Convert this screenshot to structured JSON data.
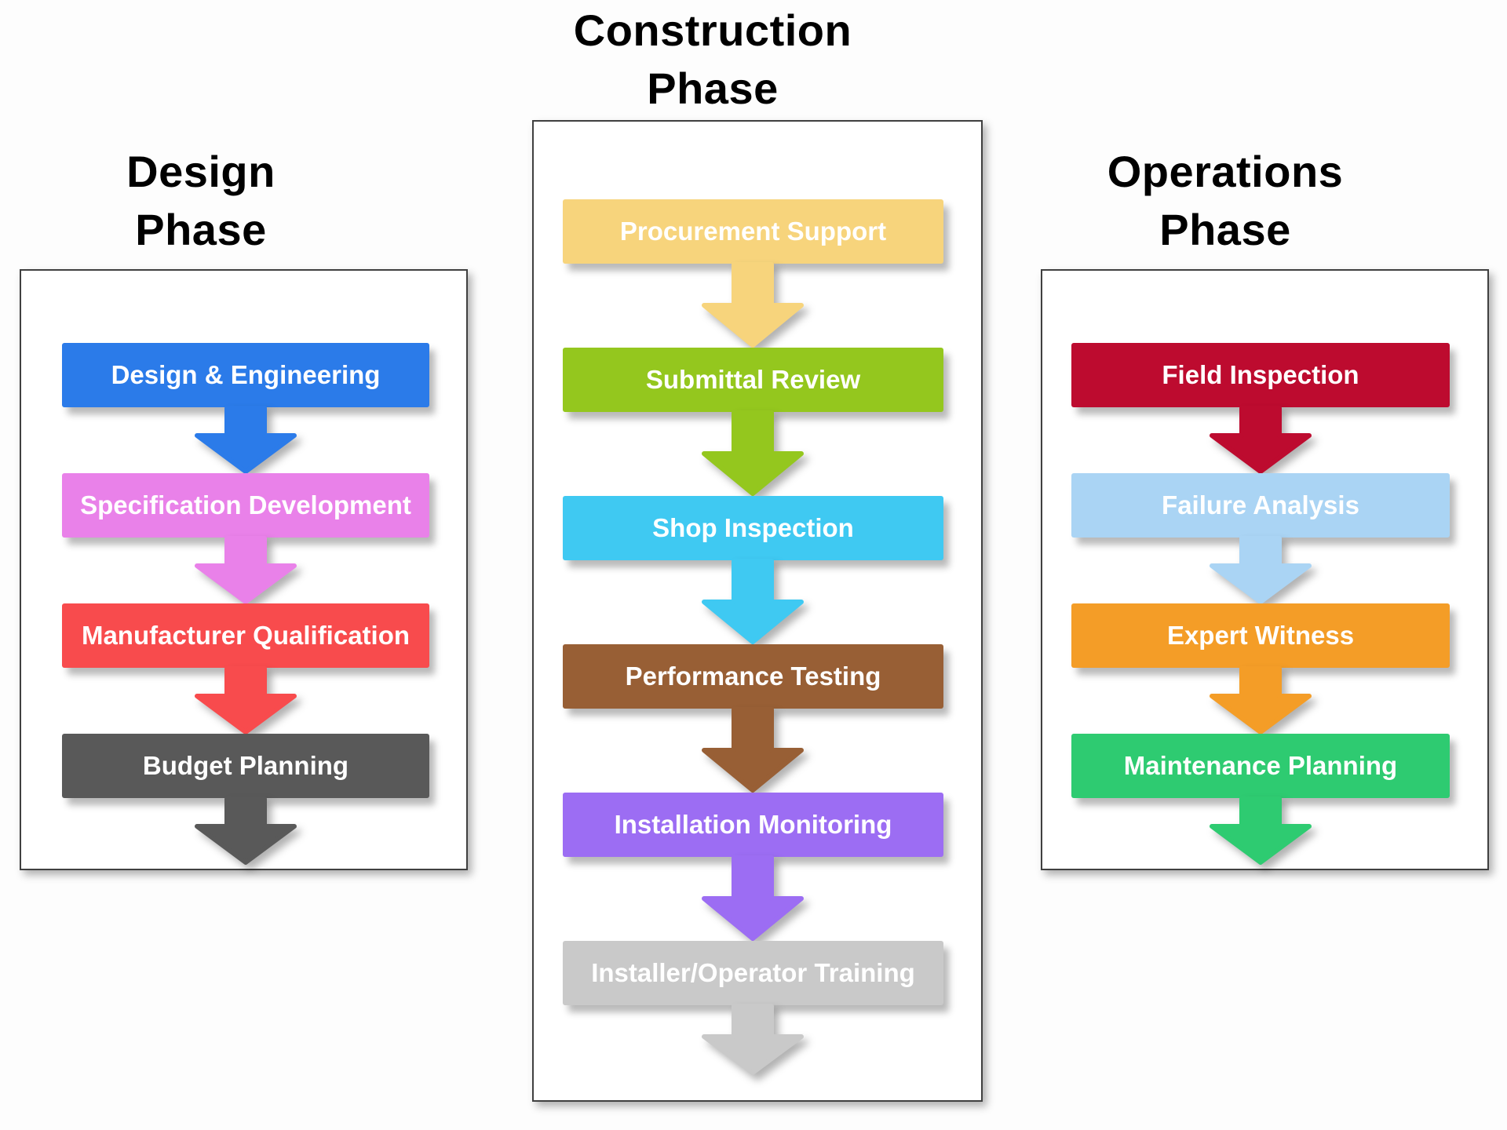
{
  "diagram": {
    "background": "#fdfdfd",
    "box_border_color": "#404040",
    "title_color": "#000000",
    "bar_text_color": "#ffffff"
  },
  "columns": [
    {
      "id": "design-phase",
      "title_line1": "Design",
      "title_line2": "Phase",
      "steps": [
        {
          "label": "Design & Engineering",
          "color": "#2B7BE9"
        },
        {
          "label": "Specification Development",
          "color": "#E981E9"
        },
        {
          "label": "Manufacturer Qualification",
          "color": "#F84B4D"
        },
        {
          "label": "Budget Planning",
          "color": "#595959"
        }
      ]
    },
    {
      "id": "construction-phase",
      "title_line1": "Construction",
      "title_line2": "Phase",
      "steps": [
        {
          "label": "Procurement Support",
          "color": "#F7D47C"
        },
        {
          "label": "Submittal Review",
          "color": "#94C71E"
        },
        {
          "label": "Shop Inspection",
          "color": "#3FC9F2"
        },
        {
          "label": "Performance Testing",
          "color": "#985F35"
        },
        {
          "label": "Installation Monitoring",
          "color": "#9C6DF3"
        },
        {
          "label": "Installer/Operator Training",
          "color": "#C9C9C9"
        }
      ]
    },
    {
      "id": "operations-phase",
      "title_line1": "Operations",
      "title_line2": "Phase",
      "steps": [
        {
          "label": "Field Inspection",
          "color": "#BD0B2F"
        },
        {
          "label": "Failure Analysis",
          "color": "#AAD4F4"
        },
        {
          "label": "Expert Witness",
          "color": "#F49D27"
        },
        {
          "label": "Maintenance Planning",
          "color": "#2ECB71"
        }
      ]
    }
  ]
}
